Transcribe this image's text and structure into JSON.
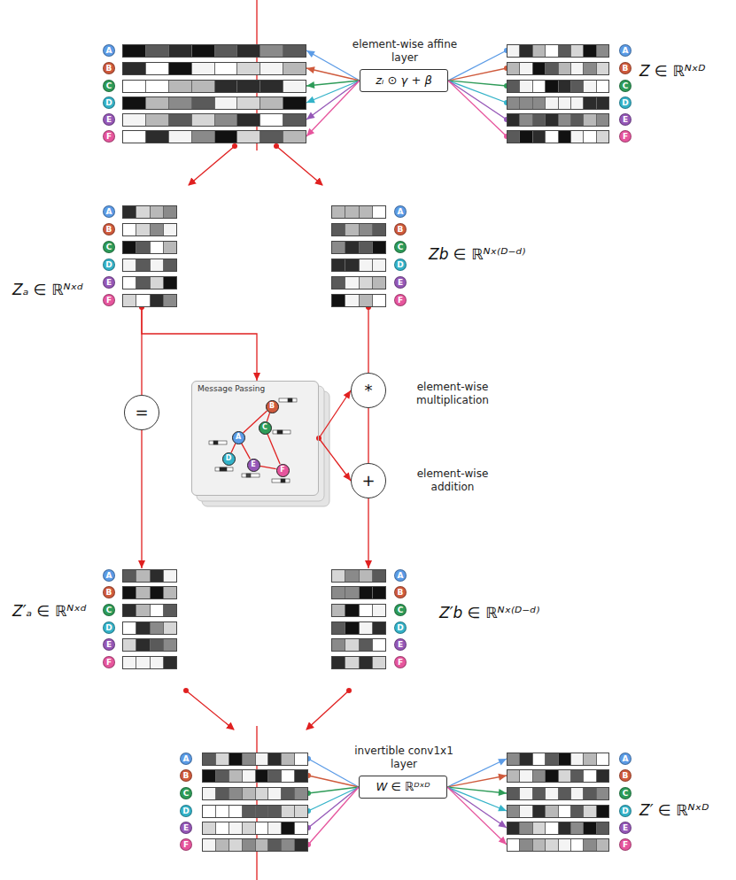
{
  "diagram": {
    "nodes": [
      {
        "text": [
          "element-wise affine layer",
          "zᵢ ⊙ γ + β"
        ]
      },
      {
        "text": [
          "A"
        ]
      },
      {
        "text": [
          "B"
        ]
      },
      {
        "text": [
          "C"
        ]
      },
      {
        "text": [
          "D"
        ]
      },
      {
        "text": [
          "E"
        ]
      },
      {
        "text": [
          "F"
        ]
      },
      {
        "text": [
          "Z ∈ ℝᴺˣᴰ"
        ]
      },
      {
        "text": [
          "A"
        ],
        "in": 7
      },
      {
        "text": [
          "B"
        ],
        "in": 7
      },
      {
        "text": [
          "C"
        ],
        "in": 7
      },
      {
        "text": [
          "D"
        ],
        "in": 7
      },
      {
        "text": [
          "E"
        ],
        "in": 7
      },
      {
        "text": [
          "F"
        ],
        "in": 7
      },
      {
        "text": [
          "Zₐ ∈ ℝᴺˣᵈ"
        ]
      },
      {
        "text": [
          "A"
        ],
        "in": 14
      },
      {
        "text": [
          "B"
        ],
        "in": 14
      },
      {
        "text": [
          "C"
        ],
        "in": 14
      },
      {
        "text": [
          "D"
        ],
        "in": 14
      },
      {
        "text": [
          "E"
        ],
        "in": 14
      },
      {
        "text": [
          "F"
        ],
        "in": 14
      },
      {
        "text": [
          "Zb ∈ ℝᴺˣ⁽ᴰ⁻ᵈ⁾"
        ]
      },
      {
        "text": [
          "A"
        ],
        "in": 21
      },
      {
        "text": [
          "B"
        ],
        "in": 21
      },
      {
        "text": [
          "C"
        ],
        "in": 21
      },
      {
        "text": [
          "D"
        ],
        "in": 21
      },
      {
        "text": [
          "E"
        ],
        "in": 21
      },
      {
        "text": [
          "F"
        ],
        "in": 21
      },
      {
        "text": [
          "="
        ]
      },
      {
        "text": [
          "Message Passing"
        ]
      },
      {
        "text": [
          "A"
        ],
        "in": 29
      },
      {
        "text": [
          "B"
        ],
        "in": 29
      },
      {
        "text": [
          "C"
        ],
        "in": 29
      },
      {
        "text": [
          "D"
        ],
        "in": 29
      },
      {
        "text": [
          "E"
        ],
        "in": 29
      },
      {
        "text": [
          "F"
        ],
        "in": 29
      },
      {
        "text": [
          "*"
        ]
      },
      {
        "text": [
          "+"
        ]
      },
      {
        "text": [
          "Z′ₐ ∈ ℝᴺˣᵈ"
        ]
      },
      {
        "text": [
          "A"
        ],
        "in": 38
      },
      {
        "text": [
          "B"
        ],
        "in": 38
      },
      {
        "text": [
          "C"
        ],
        "in": 38
      },
      {
        "text": [
          "D"
        ],
        "in": 38
      },
      {
        "text": [
          "E"
        ],
        "in": 38
      },
      {
        "text": [
          "F"
        ],
        "in": 38
      },
      {
        "text": [
          "Z′b ∈ ℝᴺˣ⁽ᴰ⁻ᵈ⁾"
        ]
      },
      {
        "text": [
          "A"
        ],
        "in": 45
      },
      {
        "text": [
          "B"
        ],
        "in": 45
      },
      {
        "text": [
          "C"
        ],
        "in": 45
      },
      {
        "text": [
          "D"
        ],
        "in": 45
      },
      {
        "text": [
          "E"
        ],
        "in": 45
      },
      {
        "text": [
          "F"
        ],
        "in": 45
      },
      {
        "text": [
          "A"
        ]
      },
      {
        "text": [
          "B"
        ]
      },
      {
        "text": [
          "C"
        ]
      },
      {
        "text": [
          "D"
        ]
      },
      {
        "text": [
          "E"
        ]
      },
      {
        "text": [
          "F"
        ]
      },
      {
        "text": [
          "invertible conv1x1 layer",
          "W ∈ ℝᴰˣᴰ"
        ]
      },
      {
        "text": [
          "Z′ ∈ ℝᴺˣᴰ"
        ]
      },
      {
        "text": [
          "A"
        ],
        "in": 59
      },
      {
        "text": [
          "B"
        ],
        "in": 59
      },
      {
        "text": [
          "C"
        ],
        "in": 59
      },
      {
        "text": [
          "D"
        ],
        "in": 59
      },
      {
        "text": [
          "E"
        ],
        "in": 59
      },
      {
        "text": [
          "F"
        ],
        "in": 59
      }
    ],
    "edges": [
      {
        "from": 8,
        "to": 0,
        "arrow": "none"
      },
      {
        "from": 9,
        "to": 0,
        "arrow": "none"
      },
      {
        "from": 10,
        "to": 0,
        "arrow": "none"
      },
      {
        "from": 11,
        "to": 0,
        "arrow": "none"
      },
      {
        "from": 12,
        "to": 0,
        "arrow": "none"
      },
      {
        "from": 13,
        "to": 0,
        "arrow": "none"
      },
      {
        "from": 0,
        "to": 1,
        "arrow": "to"
      },
      {
        "from": 0,
        "to": 2,
        "arrow": "to"
      },
      {
        "from": 0,
        "to": 3,
        "arrow": "to"
      },
      {
        "from": 0,
        "to": 4,
        "arrow": "to"
      },
      {
        "from": 0,
        "to": 5,
        "arrow": "to"
      },
      {
        "from": 0,
        "to": 6,
        "arrow": "to"
      },
      {
        "from": 14,
        "to": 28,
        "arrow": "none"
      },
      {
        "from": 28,
        "to": 38,
        "arrow": "to"
      },
      {
        "from": 14,
        "to": 29,
        "arrow": "to"
      },
      {
        "from": 21,
        "to": 36,
        "arrow": "none"
      },
      {
        "from": 29,
        "to": 36,
        "arrow": "to"
      },
      {
        "from": 29,
        "to": 37,
        "arrow": "to"
      },
      {
        "from": 36,
        "to": 37,
        "arrow": "none"
      },
      {
        "from": 37,
        "to": 45,
        "arrow": "to"
      },
      {
        "from": 52,
        "to": 58,
        "arrow": "none"
      },
      {
        "from": 53,
        "to": 58,
        "arrow": "none"
      },
      {
        "from": 54,
        "to": 58,
        "arrow": "none"
      },
      {
        "from": 55,
        "to": 58,
        "arrow": "none"
      },
      {
        "from": 56,
        "to": 58,
        "arrow": "none"
      },
      {
        "from": 57,
        "to": 58,
        "arrow": "none"
      },
      {
        "from": 58,
        "to": 60,
        "arrow": "to"
      },
      {
        "from": 58,
        "to": 61,
        "arrow": "to"
      },
      {
        "from": 58,
        "to": 62,
        "arrow": "to"
      },
      {
        "from": 58,
        "to": 63,
        "arrow": "to"
      },
      {
        "from": 58,
        "to": 64,
        "arrow": "to"
      },
      {
        "from": 58,
        "to": 65,
        "arrow": "to"
      },
      {
        "from": 30,
        "to": 31,
        "arrow": "none"
      },
      {
        "from": 30,
        "to": 33,
        "arrow": "none"
      },
      {
        "from": 31,
        "to": 32,
        "arrow": "none"
      },
      {
        "from": 30,
        "to": 34,
        "arrow": "none"
      },
      {
        "from": 32,
        "to": 35,
        "arrow": "none"
      },
      {
        "from": 34,
        "to": 35,
        "arrow": "none"
      }
    ],
    "labels": [
      "element-wise multiplication",
      "element-wise addition"
    ]
  }
}
